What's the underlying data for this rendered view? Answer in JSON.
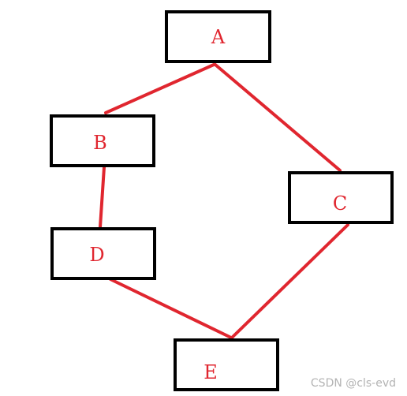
{
  "colors": {
    "edge": "#e0262f",
    "label": "#e0262f",
    "box_border": "#000000",
    "background": "#ffffff",
    "watermark": "#b3b3b3"
  },
  "nodes": [
    {
      "id": "a",
      "label": "A"
    },
    {
      "id": "b",
      "label": "B"
    },
    {
      "id": "c",
      "label": "C"
    },
    {
      "id": "d",
      "label": "D"
    },
    {
      "id": "e",
      "label": "E"
    }
  ],
  "edges": [
    {
      "from": "A",
      "to": "B"
    },
    {
      "from": "A",
      "to": "C"
    },
    {
      "from": "B",
      "to": "D"
    },
    {
      "from": "D",
      "to": "E"
    },
    {
      "from": "C",
      "to": "E"
    }
  ],
  "watermark": "CSDN @cls-evd"
}
